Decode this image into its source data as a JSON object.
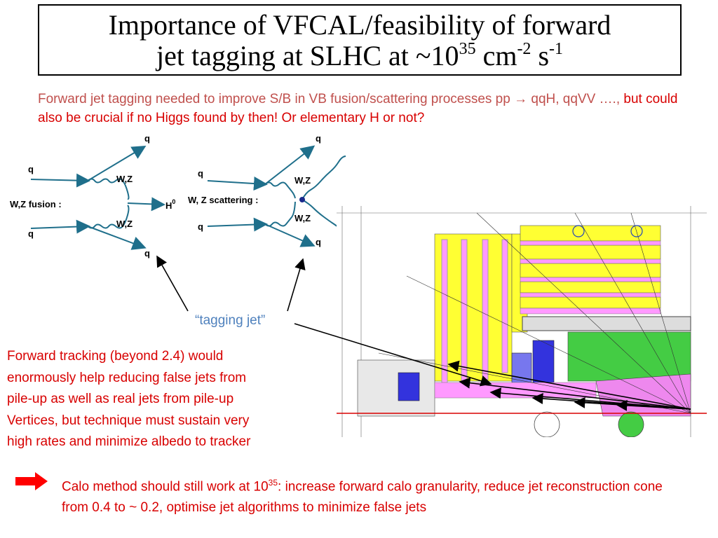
{
  "title": {
    "line1": "Importance of VFCAL/feasibility of forward",
    "line2_pre": "jet tagging at SLHC at ~10",
    "exp1": "35",
    "unit1": " cm",
    "exp2": "-2",
    "unit2": " s",
    "exp3": "-1"
  },
  "intro": {
    "part1": "Forward jet tagging needed to improve S/B in VB fusion/scattering processes  pp ",
    "arrow": "→",
    "part2": " qqH, qqVV …., ",
    "part3": "but could also be crucial if no Higgs found by then! Or elementary H or not?"
  },
  "diagram_fusion": {
    "label": "W,Z fusion :",
    "q_in_top": "q",
    "q_in_bottom": "q",
    "q_out_top": "q",
    "q_out_bottom": "q",
    "boson_top": "W,Z",
    "boson_bottom": "W,Z",
    "higgs": "H",
    "higgs_sup": "0"
  },
  "diagram_scatter": {
    "label": "W, Z scattering :",
    "q_in_top": "q",
    "q_in_bottom": "q",
    "q_out_top": "q",
    "q_out_bottom": "q",
    "boson_top": "W,Z",
    "boson_bottom": "W,Z"
  },
  "tagging_label": "“tagging jet”",
  "forward_tracking": {
    "line1": "Forward tracking (beyond 2.4) would",
    "line2": "enormously help reducing false jets from",
    "line3": "pile-up as well as real jets from pile-up",
    "line4": "Vertices, but technique must sustain very",
    "line5": "high rates and minimize albedo to tracker"
  },
  "calo": {
    "pre": "Calo method should still work at 10",
    "exp": "35",
    "post": ":  increase forward calo granularity, reduce jet reconstruction cone from 0.4 to ~ 0.2, optimise jet algorithms to minimize false jets"
  },
  "colors": {
    "text_brown": "#c0504d",
    "text_red": "#d80000",
    "label_blue": "#4f81bd",
    "arrow_red": "#ff0000"
  }
}
